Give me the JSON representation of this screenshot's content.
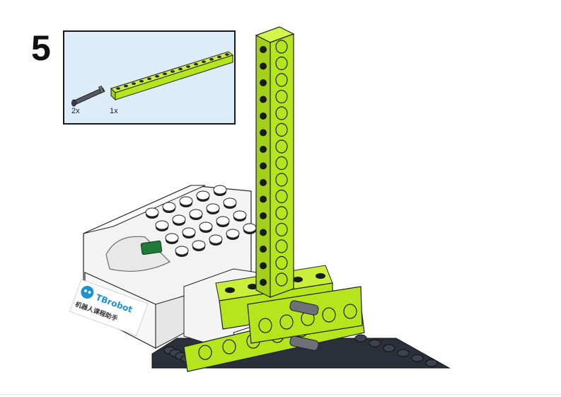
{
  "step": {
    "number": "5"
  },
  "parts_list": {
    "items": [
      {
        "icon": "pin-icon",
        "quantity": "2x"
      },
      {
        "icon": "technic-beam-icon",
        "quantity": "1x"
      }
    ]
  },
  "hub_label": {
    "brand": "TBrobot",
    "subtitle": "机器人课程助手"
  },
  "colors": {
    "beam": "#b5e61d",
    "hub": "#f2f2f2",
    "plate": "#2b2f3a",
    "parts_bg": "#dcecf8",
    "logo_blue": "#1e8fd0"
  }
}
